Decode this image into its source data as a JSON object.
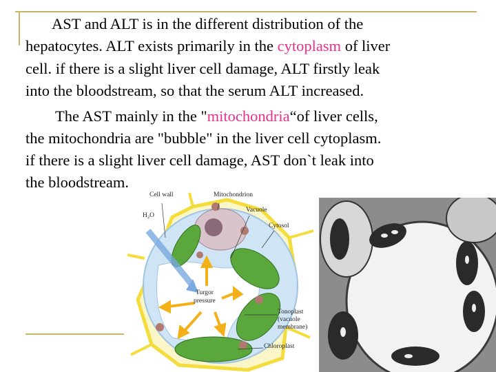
{
  "colors": {
    "accent_rule": "#c8b464",
    "highlight": "#e8308a"
  },
  "paragraph1": {
    "lines": [
      {
        "pre": "AST and ALT is in the different distribution of the",
        "hl": "",
        "post": ""
      },
      {
        "pre": "hepatocytes. ALT exists primarily in the ",
        "hl": "cytoplasm",
        "post": " of liver"
      },
      {
        "pre": "cell. if there is a slight liver cell damage, ALT firstly leak",
        "hl": "",
        "post": ""
      },
      {
        "pre": "into the bloodstream, so that the serum ALT increased.",
        "hl": "",
        "post": ""
      }
    ]
  },
  "paragraph2": {
    "lines": [
      {
        "pre": "The AST mainly in the \"",
        "hl": "mitochondria",
        "post": "“of liver cells,"
      },
      {
        "pre": "the mitochondria are \"bubble\" in the liver cell cytoplasm.",
        "hl": "",
        "post": ""
      },
      {
        "pre": "if there is a slight liver cell damage, AST don`t leak into",
        "hl": "",
        "post": ""
      },
      {
        "pre": "the bloodstream.",
        "hl": "",
        "post": ""
      }
    ]
  },
  "diagram": {
    "labels": {
      "cell_wall": "Cell wall",
      "mitochondrion": "Mitochondrion",
      "vacuole": "Vacuole",
      "cytosol": "Cytosol",
      "h2o": "H₂O",
      "turgor1": "Turgor",
      "turgor2": "pressure",
      "tonoplast1": "Tonoplast",
      "tonoplast2": "(vacuole",
      "tonoplast3": "membrane)",
      "chloroplast": "Chloroplast"
    }
  }
}
